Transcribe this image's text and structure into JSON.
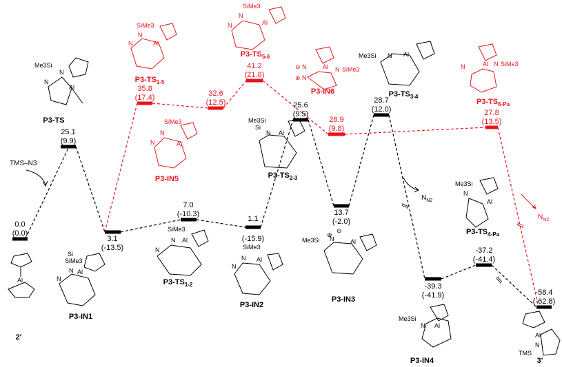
{
  "states": {
    "s_2p": {
      "label": "2'",
      "energy": "0.0",
      "energy_alt": "(0.0)"
    },
    "s_in1": {
      "label": "P3-IN1",
      "energy": "3.1",
      "energy_alt": "(-13.5)"
    },
    "s_ts": {
      "label": "P3-TS",
      "energy": "25.1",
      "energy_alt": "(9.9)"
    },
    "s_ts12": {
      "label": "P3-TS",
      "sub": "1-2",
      "energy": "7.0",
      "energy_alt": "(-10.3)"
    },
    "s_in2": {
      "label": "P3-IN2",
      "energy": "1.1",
      "energy_alt": "(-15.9)"
    },
    "s_ts23": {
      "label": "P3-TS",
      "sub": "2-3",
      "energy": "25.6",
      "energy_alt": "(9.5)"
    },
    "s_in3": {
      "label": "P3-IN3",
      "energy": "13.7",
      "energy_alt": "(-2.0)"
    },
    "s_ts34": {
      "label": "P3-TS",
      "sub": "3-4",
      "energy": "28.7",
      "energy_alt": "(12.0)"
    },
    "s_in4": {
      "label": "P3-IN4",
      "energy": "-39.3",
      "energy_alt": "(-41.9)"
    },
    "s_ts4pa": {
      "label": "P3-TS",
      "sub": "4-Pa",
      "energy": "-37.2",
      "energy_alt": "(-41.4)"
    },
    "s_3p": {
      "label": "3'",
      "energy": "-58.4",
      "energy_alt": "(-62.8)"
    },
    "s_ts15": {
      "label": "P3-TS",
      "sub": "1-5",
      "energy": "35.8",
      "energy_alt": "(17.4)"
    },
    "s_in5": {
      "label": "P3-IN5",
      "energy": "32.6",
      "energy_alt": "(12.5)"
    },
    "s_ts56": {
      "label": "P3-TS",
      "sub": "5-6",
      "energy": "41.2",
      "energy_alt": "(21.8)"
    },
    "s_in6": {
      "label": "P3-IN6",
      "energy": "26.9",
      "energy_alt": "(9.8)"
    },
    "s_ts6pa": {
      "label": "P3-TS",
      "sub": "6-Pa",
      "energy": "27.8",
      "energy_alt": "(13.5)"
    }
  },
  "annotations": {
    "reagent": "TMS–N3",
    "n2_black": "N2",
    "n2_red": "N2"
  },
  "atoms": {
    "al": "Al",
    "n": "N",
    "si": "Si",
    "sime3": "SiMe3",
    "me3si": "Me3Si",
    "tms": "TMS",
    "plus": "⊕",
    "minus": "⊖"
  },
  "colors": {
    "primary_path": "#000000",
    "alternative_path": "#e8141c"
  }
}
